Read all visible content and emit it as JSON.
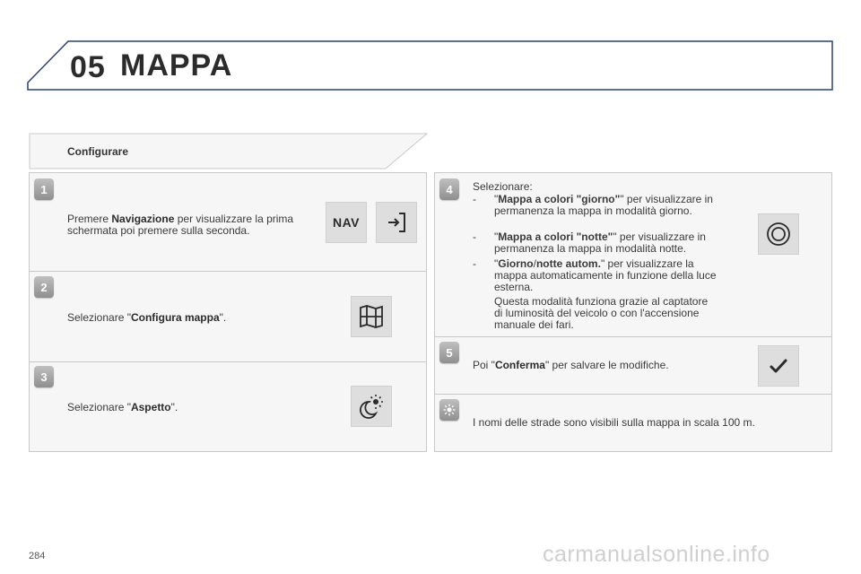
{
  "header": {
    "chapter_number": "05",
    "chapter_title": "MAPPA"
  },
  "section": {
    "title": "Configurare"
  },
  "left_steps": [
    {
      "number": "1",
      "text_before": "Premere ",
      "bold": "Navigazione",
      "text_after": " per visualizzare la prima schermata poi premere sulla seconda.",
      "icons": [
        "nav-button",
        "enter-icon"
      ],
      "nav_label": "NAV"
    },
    {
      "number": "2",
      "text_before": "Selezionare \"",
      "bold": "Configura mappa",
      "text_after": "\".",
      "icons": [
        "map-icon"
      ]
    },
    {
      "number": "3",
      "text_before": "Selezionare \"",
      "bold": "Aspetto",
      "text_after": "\".",
      "icons": [
        "moon-sun-icon"
      ]
    }
  ],
  "step4": {
    "number": "4",
    "intro": "Selezionare:",
    "bullets": [
      {
        "dash": "-",
        "q1": "\"",
        "bold": "Mappa a colori \"giorno\"",
        "q2": "\"",
        "rest": " per visualizzare in permanenza la mappa in modalità giorno."
      },
      {
        "dash": "-",
        "q1": "\"",
        "bold": "Mappa a colori \"notte\"",
        "q2": "\"",
        "rest": " per visualizzare in permanenza la mappa in modalità notte."
      },
      {
        "dash": "-",
        "q1": "\"",
        "bold_a": "Giorno",
        "slash": "/",
        "bold_b": "notte autom.",
        "q2": "\"",
        "rest": " per visualizzare la mappa automaticamente in funzione della luce esterna."
      }
    ],
    "note": "Questa modalità funziona grazie al captatore di luminosità del veicolo o con l'accensione manuale dei fari.",
    "icon": "target-circle-icon"
  },
  "step5": {
    "number": "5",
    "text_before": "Poi \"",
    "bold": "Conferma",
    "text_after": "\" per salvare le modifiche.",
    "icon": "checkmark-icon"
  },
  "tip": {
    "icon": "sun-icon",
    "text": "I nomi delle strade sono visibili sulla mappa in scala 100 m."
  },
  "footer": {
    "page_number": "284",
    "watermark": "carmanualsonline.info"
  },
  "colors": {
    "panel": "#f6f6f6",
    "border": "#c9c9c9",
    "header_line": "#2f3f6e",
    "icon_bg": "#dedede"
  }
}
